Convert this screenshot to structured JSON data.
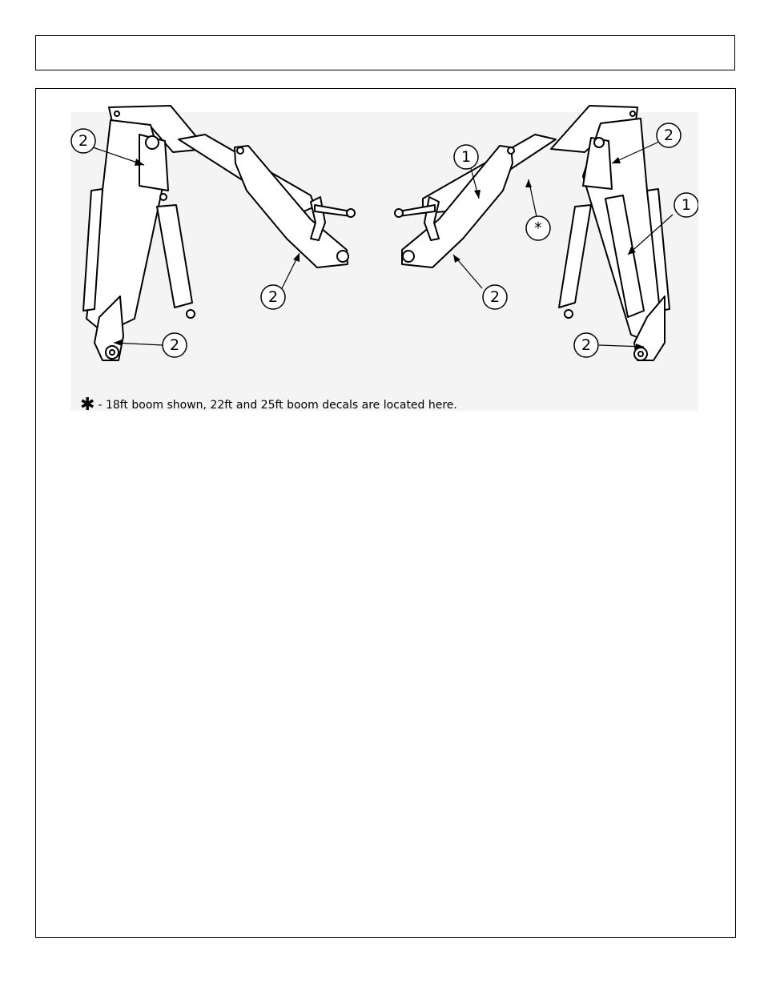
{
  "header": {
    "title": ""
  },
  "figure": {
    "callouts": {
      "c2_left_top": "2",
      "c2_left_mid": "2",
      "c2_left_bottom": "2",
      "c1_right_top": "1",
      "c_star": "*",
      "c2_right_top": "2",
      "c1_right_mid": "1",
      "c2_right_mid": "2",
      "c2_right_bottom": "2"
    },
    "footnote": {
      "symbol": "✱",
      "text": "- 18ft boom shown, 22ft and 25ft boom decals are located here."
    }
  },
  "colors": {
    "line": "#000000",
    "background": "#f4f4f4",
    "paper": "#ffffff"
  }
}
